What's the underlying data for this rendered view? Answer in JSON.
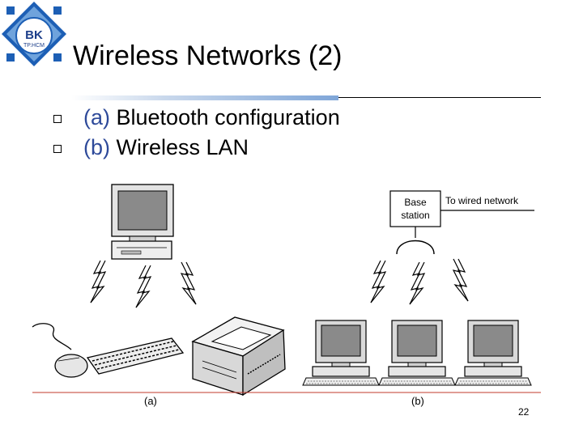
{
  "logo": {
    "line1": "BK",
    "line2": "TP.HCM"
  },
  "slide": {
    "title": "Wireless Networks (2)",
    "bullets": [
      {
        "label": "(a)",
        "text": "Bluetooth configuration"
      },
      {
        "label": "(b)",
        "text": "Wireless LAN"
      }
    ]
  },
  "figure": {
    "base_station": "Base",
    "base_station_line2": "station",
    "wired_network": "To wired network",
    "caption_a": "(a)",
    "caption_b": "(b)"
  },
  "page_number": "22"
}
